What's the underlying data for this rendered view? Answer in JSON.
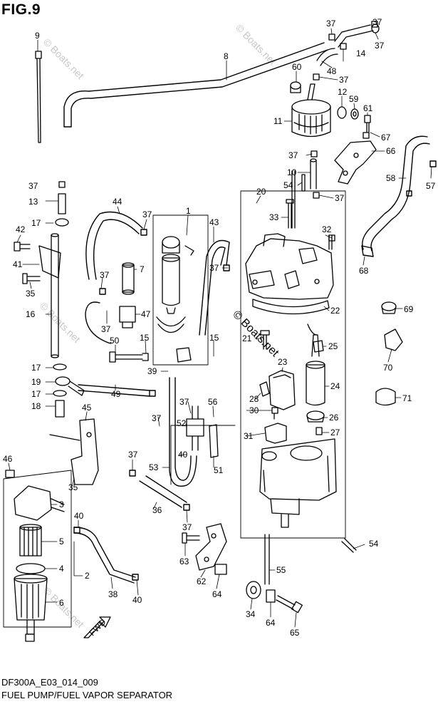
{
  "figure": {
    "title": "FIG.9",
    "code": "DF300A_E03_014_009",
    "caption": "FUEL PUMP/FUEL VAPOR SEPARATOR"
  },
  "watermark": "© Boats.net",
  "watermark_small": "© Boats.net",
  "fwd_label": "FWD",
  "part_labels": [
    {
      "id": "l9",
      "text": "9"
    },
    {
      "id": "l8",
      "text": "8"
    },
    {
      "id": "l37a",
      "text": "37"
    },
    {
      "id": "l37b",
      "text": "37"
    },
    {
      "id": "l14",
      "text": "14"
    },
    {
      "id": "l37c",
      "text": "37"
    },
    {
      "id": "l48",
      "text": "48"
    },
    {
      "id": "l60",
      "text": "60"
    },
    {
      "id": "l37d",
      "text": "37"
    },
    {
      "id": "l12",
      "text": "12"
    },
    {
      "id": "l59",
      "text": "59"
    },
    {
      "id": "l61",
      "text": "61"
    },
    {
      "id": "l11",
      "text": "11"
    },
    {
      "id": "l67",
      "text": "67"
    },
    {
      "id": "l66",
      "text": "66"
    },
    {
      "id": "l37e",
      "text": "37"
    },
    {
      "id": "l10",
      "text": "10"
    },
    {
      "id": "l58",
      "text": "58"
    },
    {
      "id": "l57",
      "text": "57"
    },
    {
      "id": "l54a",
      "text": "54"
    },
    {
      "id": "l37f",
      "text": "37"
    },
    {
      "id": "l20",
      "text": "20"
    },
    {
      "id": "l37g",
      "text": "37"
    },
    {
      "id": "l13",
      "text": "13"
    },
    {
      "id": "l44",
      "text": "44"
    },
    {
      "id": "l37h",
      "text": "37"
    },
    {
      "id": "l1",
      "text": "1"
    },
    {
      "id": "l43",
      "text": "43"
    },
    {
      "id": "l33",
      "text": "33"
    },
    {
      "id": "l32",
      "text": "32"
    },
    {
      "id": "l17a",
      "text": "17"
    },
    {
      "id": "l42",
      "text": "42"
    },
    {
      "id": "l68",
      "text": "68"
    },
    {
      "id": "l41",
      "text": "41"
    },
    {
      "id": "l37i",
      "text": "37"
    },
    {
      "id": "l7",
      "text": "7"
    },
    {
      "id": "l37j",
      "text": "37"
    },
    {
      "id": "l35a",
      "text": "35"
    },
    {
      "id": "l22",
      "text": "22"
    },
    {
      "id": "l69",
      "text": "69"
    },
    {
      "id": "l16",
      "text": "16"
    },
    {
      "id": "l47",
      "text": "47"
    },
    {
      "id": "l37k",
      "text": "37"
    },
    {
      "id": "l21",
      "text": "21"
    },
    {
      "id": "l25",
      "text": "25"
    },
    {
      "id": "l15a",
      "text": "15"
    },
    {
      "id": "l15b",
      "text": "15"
    },
    {
      "id": "l50",
      "text": "50"
    },
    {
      "id": "l70",
      "text": "70"
    },
    {
      "id": "l17b",
      "text": "17"
    },
    {
      "id": "l39",
      "text": "39"
    },
    {
      "id": "l23",
      "text": "23"
    },
    {
      "id": "l19",
      "text": "19"
    },
    {
      "id": "l24",
      "text": "24"
    },
    {
      "id": "l49",
      "text": "49"
    },
    {
      "id": "l17c",
      "text": "17"
    },
    {
      "id": "l28",
      "text": "28"
    },
    {
      "id": "l71",
      "text": "71"
    },
    {
      "id": "l18",
      "text": "18"
    },
    {
      "id": "l37l",
      "text": "37"
    },
    {
      "id": "l56",
      "text": "56"
    },
    {
      "id": "l30",
      "text": "30"
    },
    {
      "id": "l45",
      "text": "45"
    },
    {
      "id": "l37m",
      "text": "37"
    },
    {
      "id": "l52",
      "text": "52"
    },
    {
      "id": "l26",
      "text": "26"
    },
    {
      "id": "l27",
      "text": "27"
    },
    {
      "id": "l31",
      "text": "31"
    },
    {
      "id": "l46",
      "text": "46"
    },
    {
      "id": "l37n",
      "text": "37"
    },
    {
      "id": "l40a",
      "text": "40"
    },
    {
      "id": "l53",
      "text": "53"
    },
    {
      "id": "l51",
      "text": "51"
    },
    {
      "id": "l35b",
      "text": "35"
    },
    {
      "id": "l3",
      "text": "3"
    },
    {
      "id": "l40b",
      "text": "40"
    },
    {
      "id": "l36",
      "text": "36"
    },
    {
      "id": "l37o",
      "text": "37"
    },
    {
      "id": "l54b",
      "text": "54"
    },
    {
      "id": "l5",
      "text": "5"
    },
    {
      "id": "l63",
      "text": "63"
    },
    {
      "id": "l4",
      "text": "4"
    },
    {
      "id": "l2",
      "text": "2"
    },
    {
      "id": "l55",
      "text": "55"
    },
    {
      "id": "l62",
      "text": "62"
    },
    {
      "id": "l38",
      "text": "38"
    },
    {
      "id": "l40c",
      "text": "40"
    },
    {
      "id": "l64a",
      "text": "64"
    },
    {
      "id": "l6",
      "text": "6"
    },
    {
      "id": "l34",
      "text": "34"
    },
    {
      "id": "l64b",
      "text": "64"
    },
    {
      "id": "l65",
      "text": "65"
    }
  ]
}
